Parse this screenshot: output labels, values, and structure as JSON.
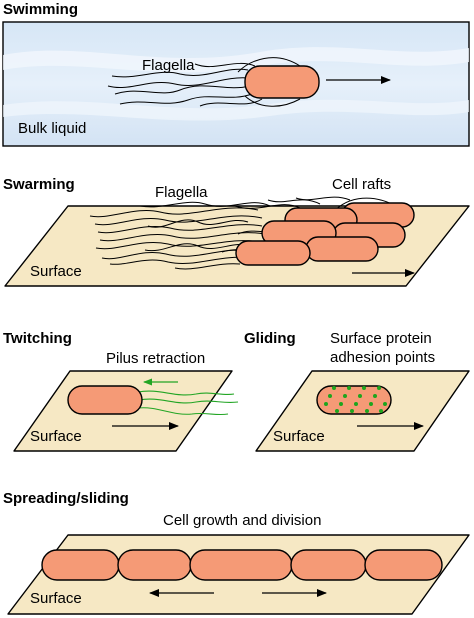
{
  "swimming": {
    "title": "Swimming",
    "flagella": "Flagella",
    "bulk": "Bulk liquid"
  },
  "swarming": {
    "title": "Swarming",
    "flagella": "Flagella",
    "rafts": "Cell rafts",
    "surface": "Surface"
  },
  "twitching": {
    "title": "Twitching",
    "pilus": "Pilus retraction",
    "surface": "Surface"
  },
  "gliding": {
    "title": "Gliding",
    "protein_line1": "Surface protein",
    "protein_line2": "adhesion points",
    "surface": "Surface"
  },
  "spreading": {
    "title": "Spreading/sliding",
    "growth": "Cell growth and division",
    "surface": "Surface"
  },
  "colors": {
    "cell": "#f59a76",
    "surface": "#f6e8c4",
    "liquid": "#dbe9f7",
    "pilus": "#22a524",
    "adhesion": "#1ea51e"
  }
}
